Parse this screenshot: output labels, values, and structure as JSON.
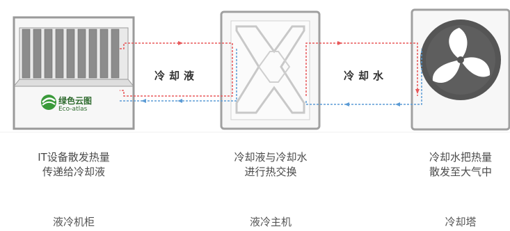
{
  "components": [
    {
      "name": "液冷机柜",
      "desc_lines": [
        "IT设备散发热量",
        "传递给冷却液"
      ]
    },
    {
      "name": "液冷主机",
      "desc_lines": [
        "冷却液与冷却水",
        "进行热交换"
      ]
    },
    {
      "name": "冷却塔",
      "desc_lines": [
        "冷却水把热量",
        "散发至大气中"
      ]
    }
  ],
  "flows": [
    {
      "label": "冷却液"
    },
    {
      "label": "冷却水"
    }
  ],
  "logo": {
    "text": "绿色云图",
    "subtext": "Eco-atlas",
    "icon": "leaf-swirl-icon"
  },
  "colors": {
    "hot_line": "#e8585a",
    "cold_line": "#5b9bd5",
    "frame": "#9a9a9a",
    "logo_green": "#3a9a3a"
  }
}
